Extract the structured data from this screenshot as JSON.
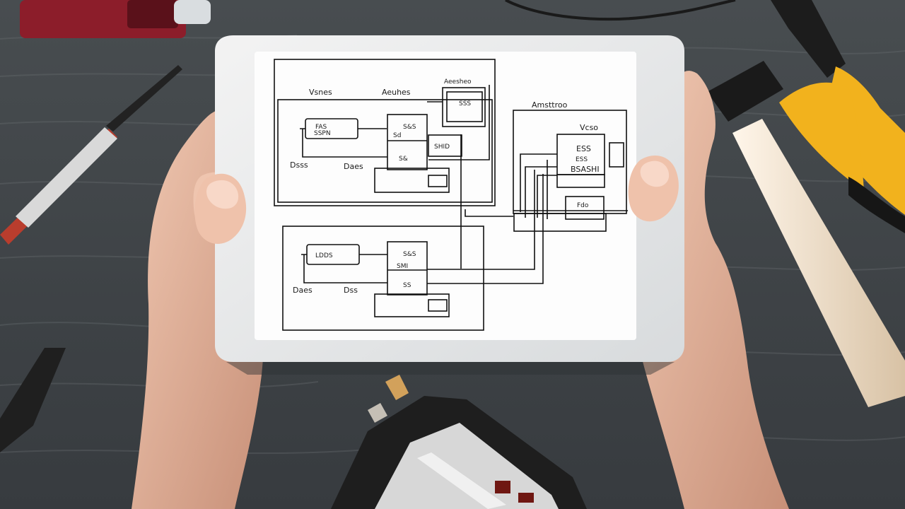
{
  "scene": {
    "description_visible": false
  },
  "diagram": {
    "labels": {
      "top_left_a": "Vsnes",
      "top_left_b": "Aeuhes",
      "top_right_small": "Aeesheo",
      "right_title": "Amsttroo",
      "right_box_title": "Vcso",
      "left_d1": "Dsss",
      "left_d2": "Daes",
      "bottom_d1": "Daes",
      "bottom_d2": "Dss",
      "left_module_top": "FAS",
      "left_module_bottom": "SSPN",
      "center_top_a": "S&S",
      "center_top_b": "Sd",
      "center_mid": "S&",
      "center_top_right": "SSS",
      "center_mid_right": "SHID",
      "right_module_a": "ESS",
      "right_module_b": "ESS",
      "right_module_c": "BSASHI",
      "right_lower_box": "Fdo",
      "bottom_module": "LDDS",
      "bottom_center_a": "S&S",
      "bottom_center_b": "SMI",
      "bottom_center_c": "SS"
    }
  },
  "colors": {
    "table": "#3f4447",
    "table_grain": "#56595d",
    "tablet_frame": "#e7e8e8",
    "tablet_screen": "#fdfdfd",
    "ink": "#111111",
    "skin": "#e3b9a2",
    "skin_shadow": "#c38f78",
    "tool_yellow": "#f2b21d",
    "tool_black": "#1a1a1a",
    "handle_wood": "#f2e4cf",
    "device_white": "#dcdcdc",
    "red_tool": "#8c1d2a"
  }
}
